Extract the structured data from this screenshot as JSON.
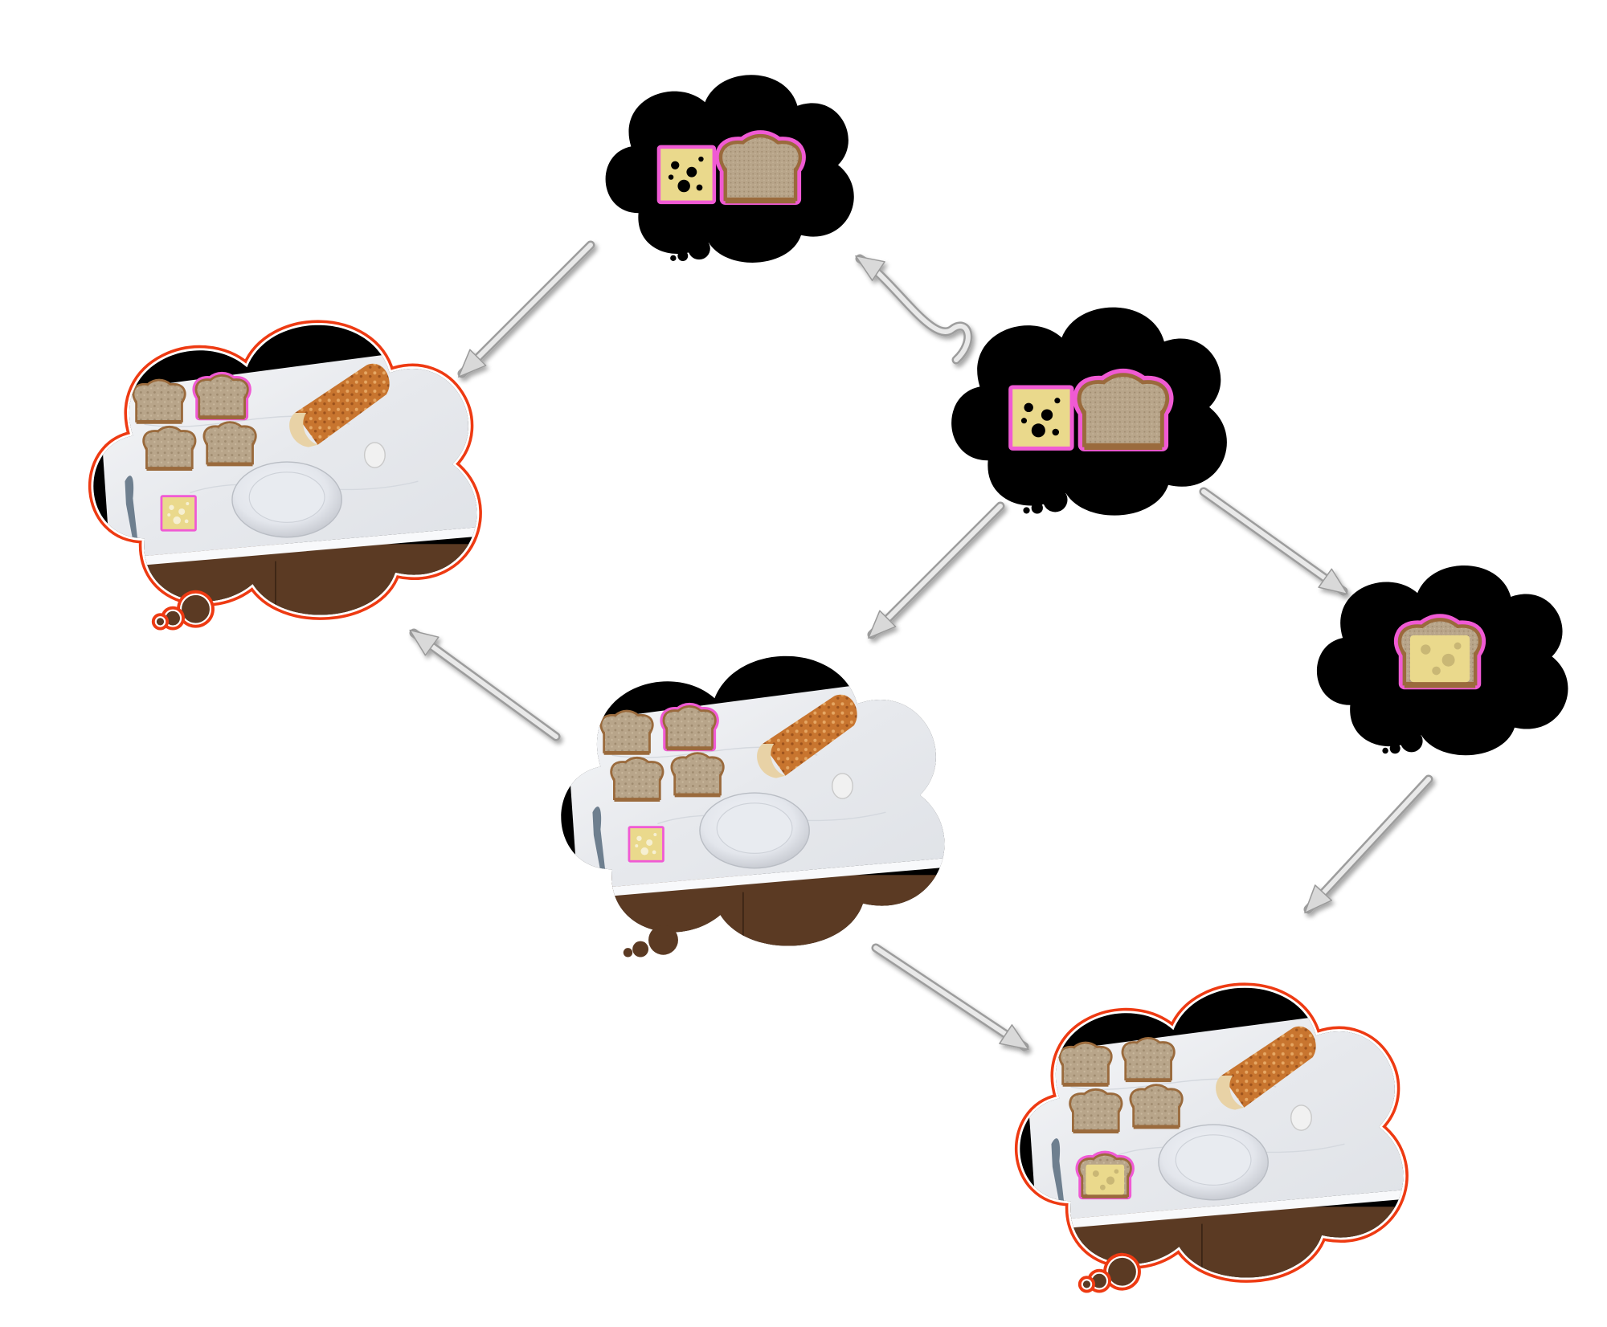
{
  "diagram": {
    "description_free": true,
    "colors": {
      "background": "#ffffff",
      "cloud_black": "#000000",
      "highlight_outline": "#f05ad4",
      "goal_outline": "#ee3a12",
      "arrow": "#c8c8c8",
      "marble": "#eef0f3",
      "cabinet": "#5b3a23",
      "bread": "#b8a58a",
      "crust": "#9a6a3c",
      "cheese": "#ead98c",
      "loaf": "#c8752f",
      "plate": "#f4f6f8"
    },
    "nodes": [
      {
        "id": "thought-cheese-and-bread-top",
        "kind": "imagined",
        "items": [
          "cheese-slice",
          "bread-slice"
        ],
        "highlighted": [
          "cheese-slice",
          "bread-slice"
        ]
      },
      {
        "id": "thought-cheese-and-bread-right",
        "kind": "imagined",
        "items": [
          "cheese-slice",
          "bread-slice"
        ],
        "highlighted": [
          "cheese-slice",
          "bread-slice"
        ]
      },
      {
        "id": "thought-cheese-on-bread",
        "kind": "imagined",
        "items": [
          "cheese-on-bread"
        ],
        "highlighted": [
          "cheese-on-bread"
        ]
      },
      {
        "id": "scene-left",
        "kind": "scene",
        "goal": true,
        "highlighted": [
          "bread-slice-2",
          "cheese-slice"
        ]
      },
      {
        "id": "scene-center",
        "kind": "scene",
        "goal": false,
        "highlighted": [
          "bread-slice-2",
          "cheese-slice"
        ]
      },
      {
        "id": "scene-bottom-right",
        "kind": "scene",
        "goal": true,
        "highlighted": [
          "cheese-on-bread"
        ]
      }
    ],
    "edges": [
      {
        "from": "thought-cheese-and-bread-right",
        "to": "thought-cheese-and-bread-top",
        "style": "curved"
      },
      {
        "from": "thought-cheese-and-bread-top",
        "to": "scene-left"
      },
      {
        "from": "thought-cheese-and-bread-right",
        "to": "scene-center"
      },
      {
        "from": "thought-cheese-and-bread-right",
        "to": "thought-cheese-on-bread"
      },
      {
        "from": "scene-center",
        "to": "scene-left"
      },
      {
        "from": "thought-cheese-on-bread",
        "to": "scene-bottom-right"
      },
      {
        "from": "scene-center",
        "to": "scene-bottom-right"
      }
    ]
  }
}
